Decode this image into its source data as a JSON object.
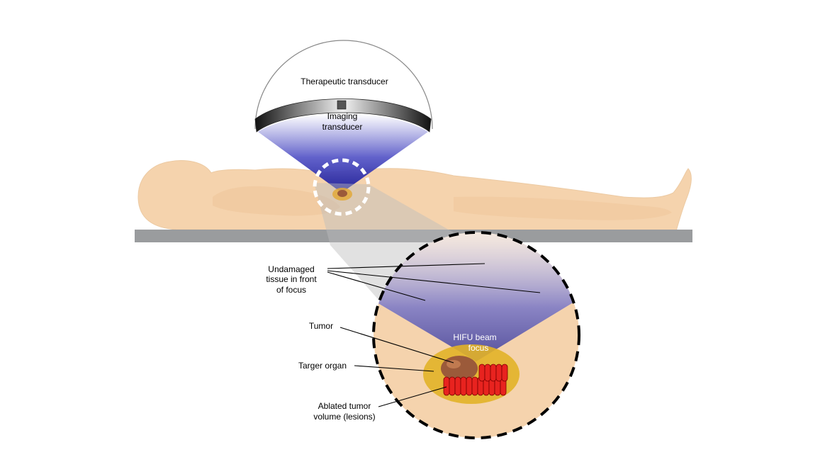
{
  "labels": {
    "therapeutic_transducer": "Therapeutic transducer",
    "imaging_transducer_line1": "Imaging",
    "imaging_transducer_line2": "transducer",
    "undamaged_line1": "Undamaged",
    "undamaged_line2": "tissue in front",
    "undamaged_line3": "of focus",
    "tumor": "Tumor",
    "target_organ": "Targer organ",
    "ablated_line1": "Ablated tumor",
    "ablated_line2": "volume (lesions)",
    "hifu_line1": "HIFU beam",
    "hifu_line2": "focus"
  },
  "colors": {
    "skin": "#f5d3ad",
    "skin_edge": "#e9bf92",
    "table": "#9a9c9e",
    "beam_blue": "#2a2aa0",
    "organ": "#e2b228",
    "tumor": "#9b5a3a",
    "lesion": "#e8231f"
  }
}
